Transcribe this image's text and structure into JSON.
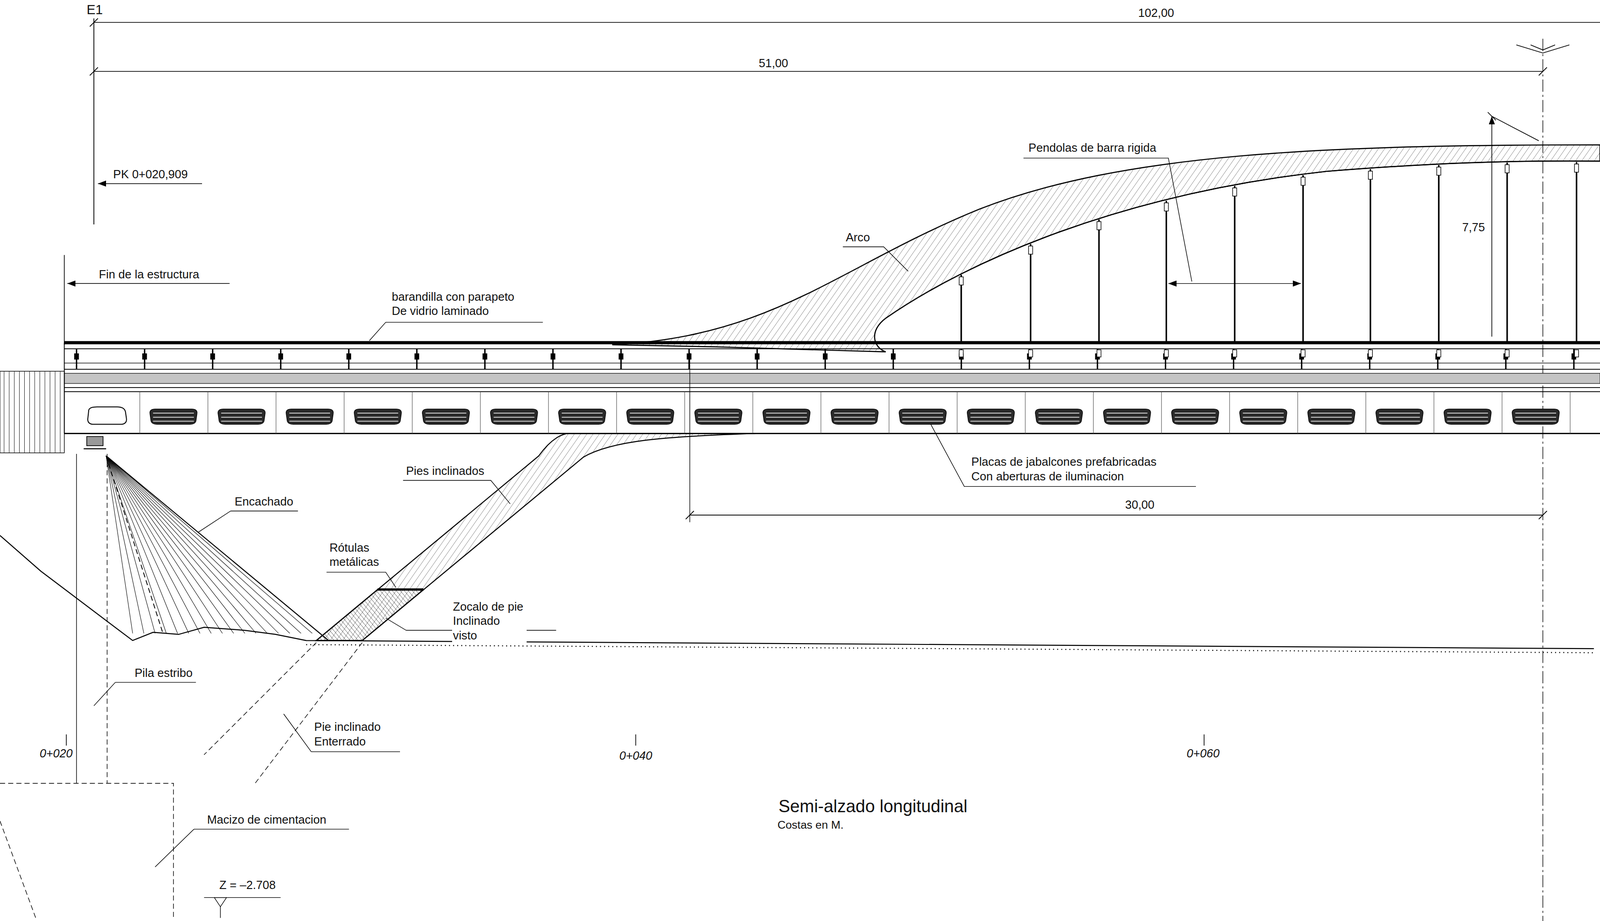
{
  "diagram": {
    "title": "Semi-alzado longitudinal",
    "caption": "Costas en M.",
    "labels": [
      "E1",
      "102,00",
      "51,00",
      "PK 0+020,909",
      "Fin de la estructura",
      "Pendolas de barra rigida",
      "Arco",
      "7,75",
      "barandilla con parapeto De vidrio laminado",
      "Placas de jabalcones prefabricadas Con aberturas de iluminacion",
      "30,00",
      "Pies inclinados",
      "Encachado",
      "Rótulas metálicas",
      "Zocalo de pie Inclinado visto",
      "Pila estribo",
      "Pie inclinado Enterrado",
      "0+020",
      "0+040",
      "0+060",
      "Macizo de cimentacion",
      "Z = –2.708"
    ]
  }
}
